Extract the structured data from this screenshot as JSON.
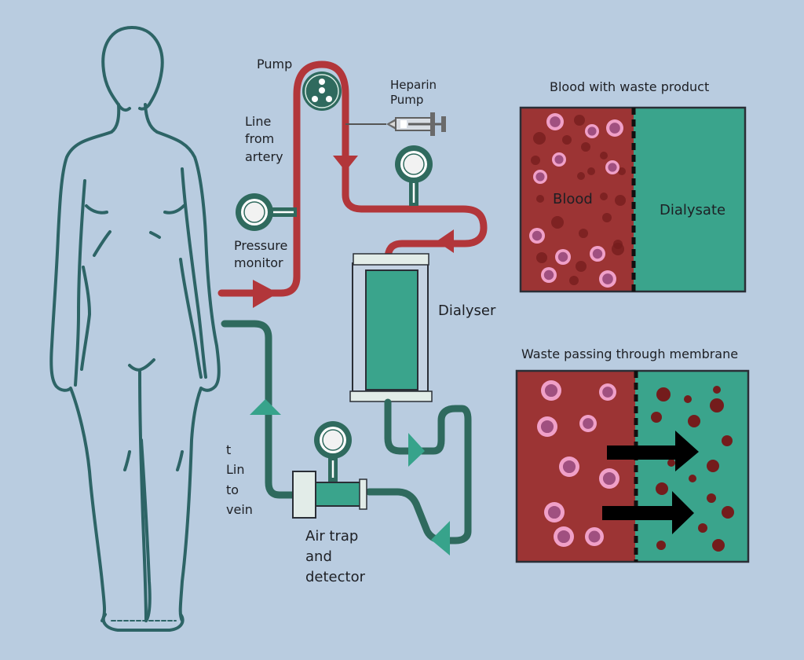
{
  "labels": {
    "pump": "Pump",
    "heparin_pump": "Heparin\nPump",
    "line_from_artery": "Line\nfrom\nartery",
    "pressure_monitor": "Pressure\nmonitor",
    "dialyser": "Dialyser",
    "line_to_vein": "t\nLin\nto\nvein",
    "air_trap": "Air trap\nand\ndetector"
  },
  "panel_top": {
    "title": "Blood with waste product",
    "left_label": "Blood",
    "right_label": "Dialysate"
  },
  "panel_bottom": {
    "title": "Waste passing through membrane"
  },
  "colors": {
    "background": "#b9cce0",
    "blood_line": "#b2363a",
    "return_line": "#2f6a5e",
    "flow_arrow_teal": "#37a38b",
    "blood_fill": "#9c3434",
    "dialysate_fill": "#3aa48c",
    "body_outline": "#2d6466",
    "rbc_outer": "#f0a0c8",
    "rbc_inner": "#a05080",
    "waste_particle": "#741c1c"
  }
}
